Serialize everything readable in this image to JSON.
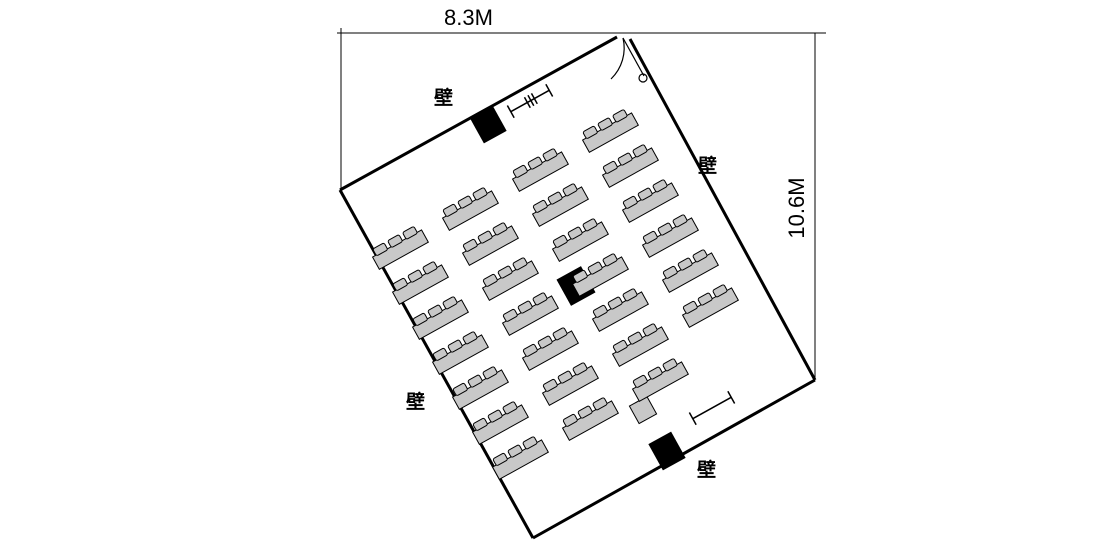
{
  "dimensions": {
    "width_label": "8.3M",
    "height_label": "10.6M"
  },
  "wall_labels": {
    "top_left": "壁",
    "right": "壁",
    "bottom_left": "壁",
    "bottom_right": "壁"
  },
  "layout": {
    "desk_rows": 7,
    "desk_columns": 4,
    "desks_drawn": 27,
    "seats_per_desk": 3,
    "pillars": 3,
    "whiteboards": 2,
    "door": 1,
    "podium": 1
  },
  "colors": {
    "desk_fill": "#c8c8c8",
    "pillar_fill": "#000000",
    "line": "#000000"
  }
}
